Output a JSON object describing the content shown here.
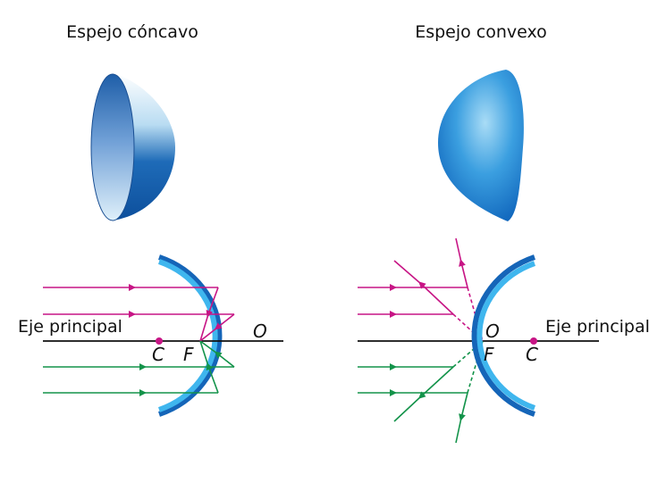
{
  "concave": {
    "title": "Espejo cóncavo",
    "axis_label": "Eje principal",
    "point_center": "C",
    "point_focus": "F",
    "point_vertex": "O"
  },
  "convex": {
    "title": "Espejo convexo",
    "axis_label": "Eje principal",
    "point_center": "C",
    "point_focus": "F",
    "point_vertex": "O"
  },
  "colors": {
    "magenta_rays": "#c71585",
    "green_rays": "#13934a",
    "mirror_dark": "#1565b8",
    "mirror_light": "#3fb6ee",
    "axis": "#111111"
  }
}
